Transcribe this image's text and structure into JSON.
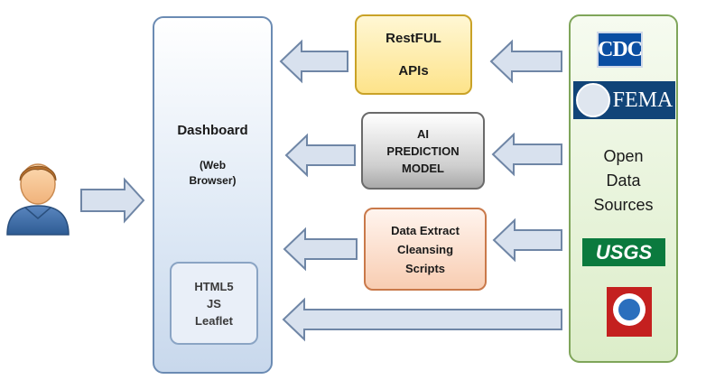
{
  "dashboard": {
    "title": "Dashboard",
    "subtitle": "(Web\nBrowser)"
  },
  "tech": {
    "line1": "HTML5",
    "line2": "JS",
    "line3": "Leaflet"
  },
  "apis": {
    "line1": "RestFUL",
    "line2": "APIs"
  },
  "ai": {
    "line1": "AI",
    "line2": "PREDICTION",
    "line3": "MODEL"
  },
  "cleansing": {
    "line1": "Data Extract",
    "line2": "Cleansing",
    "line3": "Scripts"
  },
  "sources": {
    "line1": "Open",
    "line2": "Data",
    "line3": "Sources",
    "cdc": "CDC",
    "fema": "FEMA",
    "usgs": "USGS",
    "noaa_icon": "national-weather-service-logo-icon"
  },
  "colors": {
    "arrow_fill": "#d8e1ee",
    "arrow_stroke": "#6f86a6",
    "dashboard_border": "#6b8bb3",
    "apis_fill": "#fde38a",
    "ai_fill": "#cfcfcf",
    "cleansing_fill": "#f8cdb2",
    "sources_fill": "#dcedc9"
  }
}
